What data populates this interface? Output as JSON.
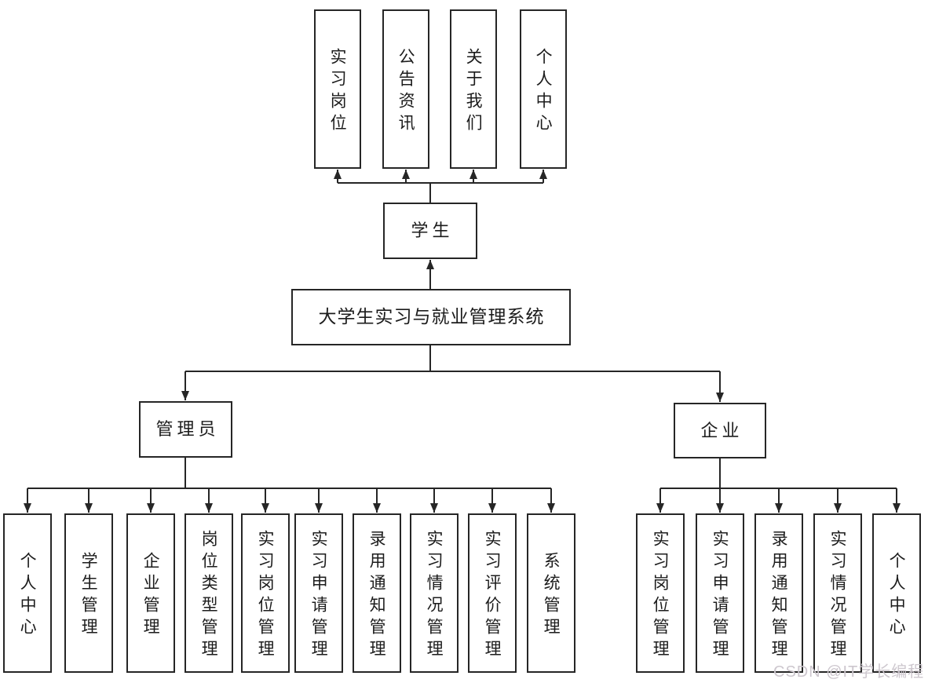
{
  "diagram_title": "大学生实习与就业管理系统",
  "nodes": {
    "root": "大学生实习与就业管理系统",
    "student": "学生",
    "admin": "管理员",
    "enterprise": "企业"
  },
  "student_pages": [
    "实习岗位",
    "公告资讯",
    "关于我们",
    "个人中心"
  ],
  "admin_modules": [
    "个人中心",
    "学生管理",
    "企业管理",
    "岗位类型管理",
    "实习岗位管理",
    "实习申请管理",
    "录用通知管理",
    "实习情况管理",
    "实习评价管理",
    "系统管理"
  ],
  "enterprise_modules": [
    "实习岗位管理",
    "实习申请管理",
    "录用通知管理",
    "实习情况管理",
    "个人中心"
  ],
  "watermark": "CSDN @IT学长编程",
  "colors": {
    "line": "#262626",
    "text": "#1c1c1c",
    "box_background": "#ffffff",
    "page_background": "#ffffff",
    "watermark": "#cdc7ce"
  }
}
